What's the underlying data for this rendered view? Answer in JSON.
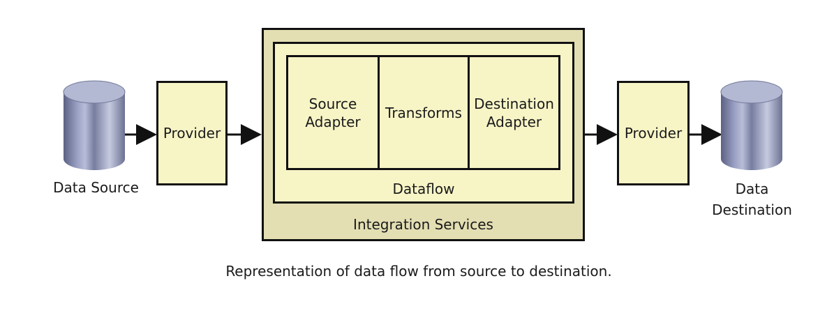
{
  "nodes": {
    "data_source": "Data Source",
    "provider_left": "Provider",
    "source_adapter": "Source\nAdapter",
    "transforms": "Transforms",
    "destination_adapter": "Destination\nAdapter",
    "dataflow": "Dataflow",
    "integration_services": "Integration Services",
    "provider_right": "Provider",
    "data_destination": "Data\nDestination"
  },
  "caption": "Representation of data flow from source to destination.",
  "colors": {
    "box_fill": "#f7f4c6",
    "outer_fill": "#e3dfb3",
    "border": "#111111",
    "cylinder": "#8d93b5"
  }
}
